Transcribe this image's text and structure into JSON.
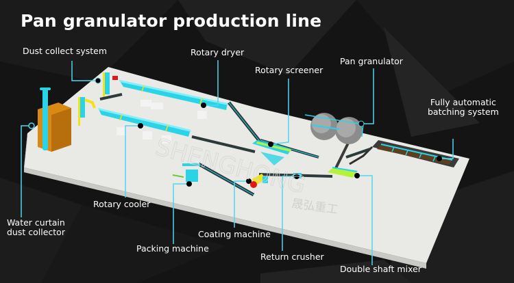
{
  "title": "Pan granulator production line",
  "watermark": {
    "latin": "SHENGHONG",
    "cjk": "晟弘重工"
  },
  "colors": {
    "background": "#141414",
    "platform_top": "#e9e9e6",
    "platform_side": "#d4d4d1",
    "machine_cyan": "#2ad4e6",
    "callout_line": "#4fd6ee",
    "dot": "#000000",
    "label_text": "#ffffff",
    "accent_yellow": "#f2e21a",
    "accent_green": "#b6f23a",
    "hopper_orange": "#d98a14",
    "red_part": "#e01818"
  },
  "labels": {
    "dust_collect_system": "Dust collect system",
    "rotary_dryer": "Rotary dryer",
    "rotary_screener": "Rotary screener",
    "pan_granulator": "Pan granulator",
    "batching_line1": "Fully automatic",
    "batching_line2": "batching system",
    "rotary_cooler": "Rotary cooler",
    "water_curtain_line1": "Water curtain",
    "water_curtain_line2": "dust collector",
    "coating_machine": "Coating machine",
    "packing_machine": "Packing machine",
    "return_crusher": "Return crusher",
    "double_shaft_mixer": "Double shaft mixer"
  }
}
